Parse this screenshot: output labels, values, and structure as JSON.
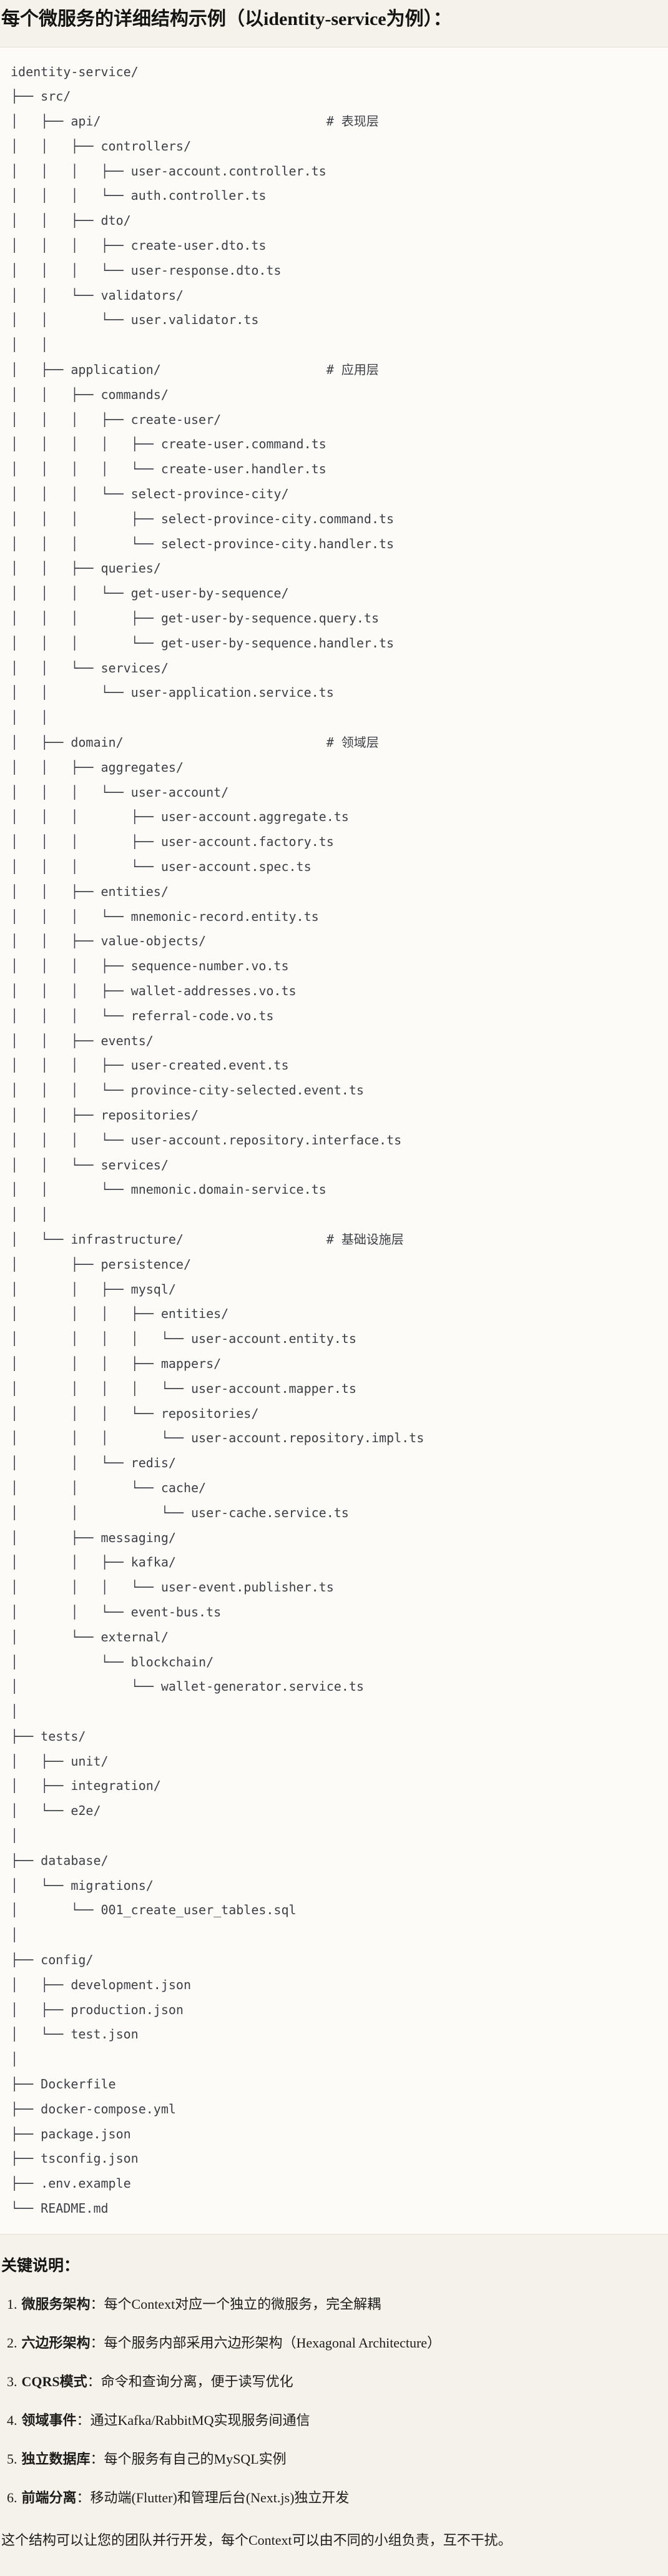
{
  "page": {
    "title": "每个微服务的详细结构示例（以identity-service为例）："
  },
  "colors": {
    "page_background": "#f5f2ec",
    "code_background": "#fcfbf8",
    "code_border": "#e0ded5",
    "code_text": "#3c4046",
    "body_text": "#1d1c1a"
  },
  "code_block": {
    "tree_lines": [
      "identity-service/",
      "├── src/",
      "│   ├── api/                              # 表现层",
      "│   │   ├── controllers/",
      "│   │   │   ├── user-account.controller.ts",
      "│   │   │   └── auth.controller.ts",
      "│   │   ├── dto/",
      "│   │   │   ├── create-user.dto.ts",
      "│   │   │   └── user-response.dto.ts",
      "│   │   └── validators/",
      "│   │       └── user.validator.ts",
      "│   │",
      "│   ├── application/                      # 应用层",
      "│   │   ├── commands/",
      "│   │   │   ├── create-user/",
      "│   │   │   │   ├── create-user.command.ts",
      "│   │   │   │   └── create-user.handler.ts",
      "│   │   │   └── select-province-city/",
      "│   │   │       ├── select-province-city.command.ts",
      "│   │   │       └── select-province-city.handler.ts",
      "│   │   ├── queries/",
      "│   │   │   └── get-user-by-sequence/",
      "│   │   │       ├── get-user-by-sequence.query.ts",
      "│   │   │       └── get-user-by-sequence.handler.ts",
      "│   │   └── services/",
      "│   │       └── user-application.service.ts",
      "│   │",
      "│   ├── domain/                           # 领域层",
      "│   │   ├── aggregates/",
      "│   │   │   └── user-account/",
      "│   │   │       ├── user-account.aggregate.ts",
      "│   │   │       ├── user-account.factory.ts",
      "│   │   │       └── user-account.spec.ts",
      "│   │   ├── entities/",
      "│   │   │   └── mnemonic-record.entity.ts",
      "│   │   ├── value-objects/",
      "│   │   │   ├── sequence-number.vo.ts",
      "│   │   │   ├── wallet-addresses.vo.ts",
      "│   │   │   └── referral-code.vo.ts",
      "│   │   ├── events/",
      "│   │   │   ├── user-created.event.ts",
      "│   │   │   └── province-city-selected.event.ts",
      "│   │   ├── repositories/",
      "│   │   │   └── user-account.repository.interface.ts",
      "│   │   └── services/",
      "│   │       └── mnemonic.domain-service.ts",
      "│   │",
      "│   └── infrastructure/                   # 基础设施层",
      "│       ├── persistence/",
      "│       │   ├── mysql/",
      "│       │   │   ├── entities/",
      "│       │   │   │   └── user-account.entity.ts",
      "│       │   │   ├── mappers/",
      "│       │   │   │   └── user-account.mapper.ts",
      "│       │   │   └── repositories/",
      "│       │   │       └── user-account.repository.impl.ts",
      "│       │   └── redis/",
      "│       │       └── cache/",
      "│       │           └── user-cache.service.ts",
      "│       ├── messaging/",
      "│       │   ├── kafka/",
      "│       │   │   └── user-event.publisher.ts",
      "│       │   └── event-bus.ts",
      "│       └── external/",
      "│           └── blockchain/",
      "│               └── wallet-generator.service.ts",
      "│",
      "├── tests/",
      "│   ├── unit/",
      "│   ├── integration/",
      "│   └── e2e/",
      "│",
      "├── database/",
      "│   └── migrations/",
      "│       └── 001_create_user_tables.sql",
      "│",
      "├── config/",
      "│   ├── development.json",
      "│   ├── production.json",
      "│   └── test.json",
      "│",
      "├── Dockerfile",
      "├── docker-compose.yml",
      "├── package.json",
      "├── tsconfig.json",
      "├── .env.example",
      "└── README.md"
    ]
  },
  "notes": {
    "heading": "关键说明：",
    "items": [
      {
        "num": "1.",
        "term": "微服务架构",
        "desc": "：每个Context对应一个独立的微服务，完全解耦"
      },
      {
        "num": "2.",
        "term": "六边形架构",
        "desc": "：每个服务内部采用六边形架构（Hexagonal Architecture）"
      },
      {
        "num": "3.",
        "term": "CQRS模式",
        "desc": "：命令和查询分离，便于读写优化"
      },
      {
        "num": "4.",
        "term": "领域事件",
        "desc": "：通过Kafka/RabbitMQ实现服务间通信"
      },
      {
        "num": "5.",
        "term": "独立数据库",
        "desc": "：每个服务有自己的MySQL实例"
      },
      {
        "num": "6.",
        "term": "前端分离",
        "desc": "：移动端(Flutter)和管理后台(Next.js)独立开发"
      }
    ],
    "closing": "这个结构可以让您的团队并行开发，每个Context可以由不同的小组负责，互不干扰。"
  }
}
